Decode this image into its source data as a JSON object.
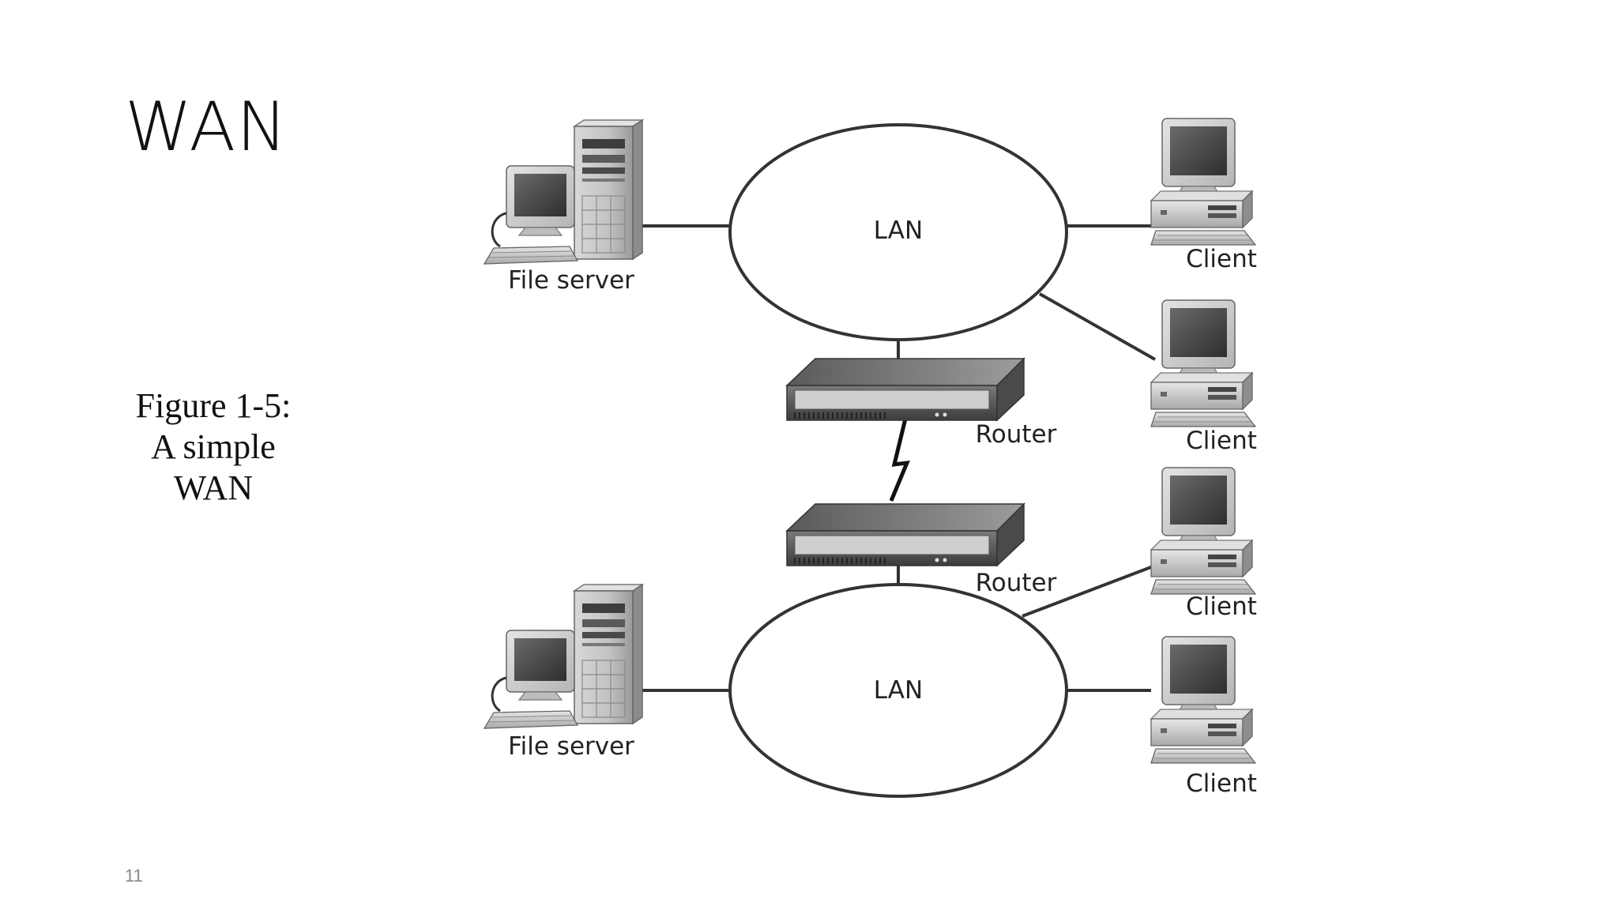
{
  "slide": {
    "title": "WAN",
    "caption_lines": [
      "Figure 1-5:",
      "A simple",
      "WAN"
    ],
    "page_number": "11"
  },
  "diagram": {
    "lan_top_label": "LAN",
    "lan_bottom_label": "LAN",
    "file_server_top_label": "File server",
    "file_server_bottom_label": "File server",
    "router_top_label": "Router",
    "router_bottom_label": "Router",
    "client_1_label": "Client",
    "client_2_label": "Client",
    "client_3_label": "Client",
    "client_4_label": "Client"
  }
}
